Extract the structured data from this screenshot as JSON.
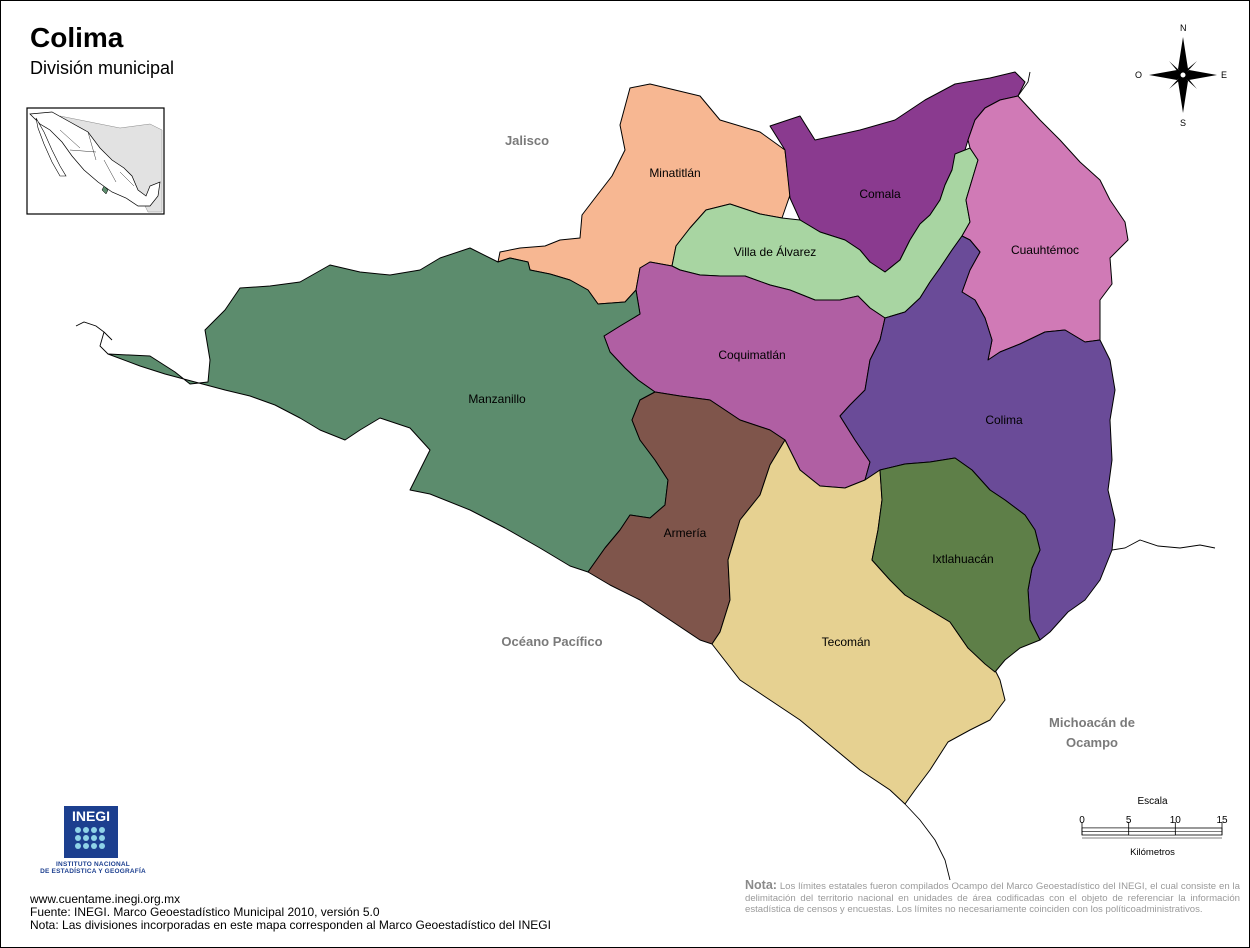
{
  "title": "Colima",
  "subtitle": "División municipal",
  "municipalities": [
    {
      "name": "Minatitlán",
      "color": "#f7b792"
    },
    {
      "name": "Comala",
      "color": "#8a3a8f"
    },
    {
      "name": "Villa de Álvarez",
      "color": "#a8d5a2"
    },
    {
      "name": "Cuauhtémoc",
      "color": "#d07ab6"
    },
    {
      "name": "Coquimatlán",
      "color": "#b05fa3"
    },
    {
      "name": "Manzanillo",
      "color": "#5c8c6d"
    },
    {
      "name": "Colima",
      "color": "#6a4b98"
    },
    {
      "name": "Armería",
      "color": "#7f554b"
    },
    {
      "name": "Tecomán",
      "color": "#e6d191"
    },
    {
      "name": "Ixtlahuacán",
      "color": "#5e7f48"
    }
  ],
  "neighbors": {
    "jalisco": "Jalisco",
    "ocean": "Océano Pacífico",
    "michoacan_line1": "Michoacán de",
    "michoacan_line2": "Ocampo"
  },
  "compass": {
    "n": "N",
    "s": "S",
    "e": "E",
    "w": "O"
  },
  "scale": {
    "title": "Escala",
    "ticks": [
      "0",
      "5",
      "10",
      "15"
    ],
    "unit": "Kilómetros"
  },
  "logo": {
    "line1": "INSTITUTO NACIONAL",
    "line2": "DE ESTADÍSTICA Y GEOGRAFÍA"
  },
  "footer": {
    "url": "www.cuentame.inegi.org.mx",
    "source": "Fuente: INEGI. Marco Geoestadístico Municipal 2010, versión 5.0",
    "note": "Nota: Las divisiones incorporadas en este mapa corresponden al Marco Geoestadístico del INEGI"
  },
  "nota": {
    "label": "Nota:",
    "text": "Los límites estatales fueron compilados Ocampo del Marco Geoestadístico del INEGI, el cual consiste en la delimitación del territorio nacional en unidades de área codificadas con el objeto de referenciar la información estadística de censos y encuestas. Los límites no necesariamente coinciden con los políticoadministrativos."
  },
  "colors": {
    "stroke": "#000000",
    "gray_label": "#7a7a7a"
  }
}
